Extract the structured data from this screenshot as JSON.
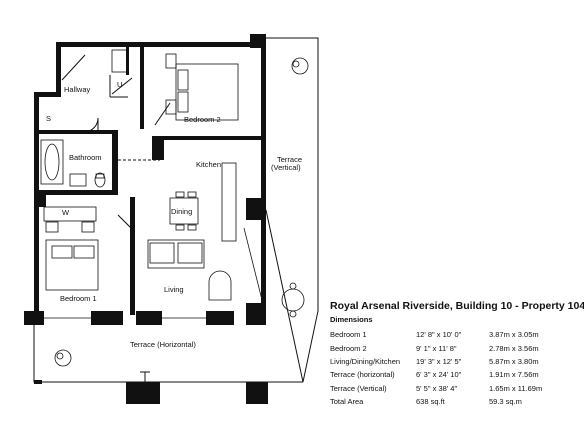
{
  "rooms": {
    "hallway": "Hallway",
    "utility": "U",
    "store": "S",
    "bedroom2": "Bedroom 2",
    "bathroom": "Bathroom",
    "kitchen": "Kitchen",
    "terrace_vertical_1": "Terrace",
    "terrace_vertical_2": "(Vertical)",
    "wardrobe": "W",
    "dining": "Dining",
    "living": "Living",
    "bedroom1": "Bedroom 1",
    "terrace_horizontal": "Terrace (Horizontal)"
  },
  "info": {
    "title": "Royal Arsenal Riverside, Building 10 - Property 104",
    "subtitle": "Dimensions",
    "rows": [
      {
        "room": "Bedroom 1",
        "imperial": "12' 8\" x 10' 0\"",
        "metric": "3.87m x 3.05m"
      },
      {
        "room": "Bedroom 2",
        "imperial": "9' 1\" x 11' 8\"",
        "metric": "2.78m x 3.56m"
      },
      {
        "room": "Living/Dining/Kitchen",
        "imperial": "19' 3\" x 12' 5\"",
        "metric": "5.87m x 3.80m"
      },
      {
        "room": "Terrace (horizontal)",
        "imperial": "6' 3\" x 24' 10\"",
        "metric": "1.91m x 7.56m"
      },
      {
        "room": "Terrace (Vertical)",
        "imperial": "5' 5\" x 38' 4\"",
        "metric": "1.65m x 11.69m"
      },
      {
        "room": "Total Area",
        "imperial": "638 sq.ft",
        "metric": "59.3 sq.m"
      }
    ]
  }
}
